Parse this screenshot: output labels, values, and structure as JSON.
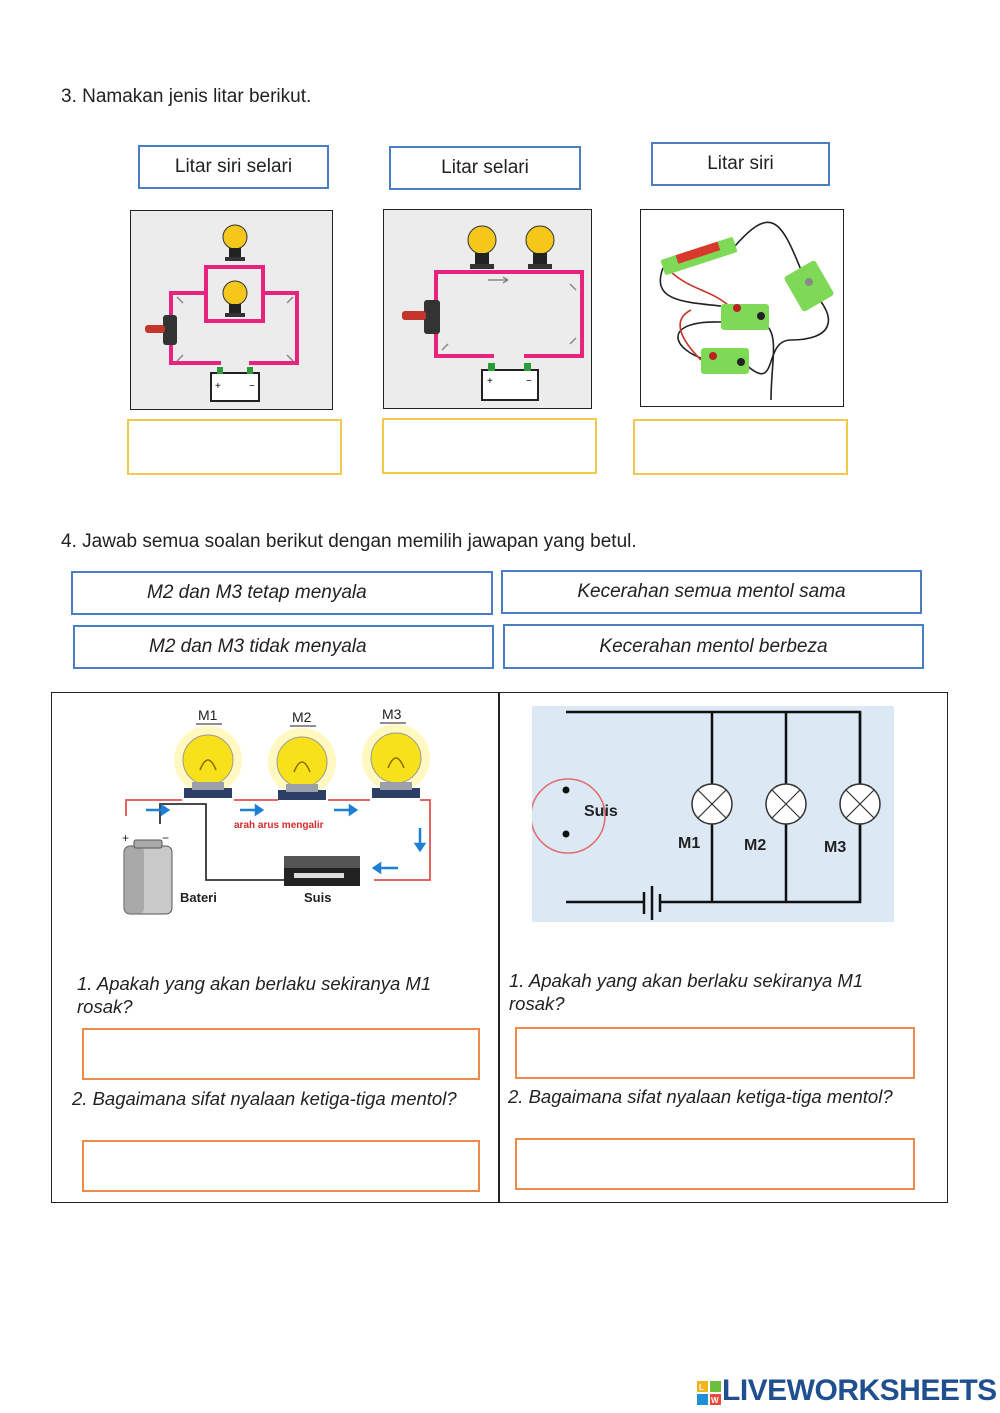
{
  "q3": {
    "title": "3. Namakan jenis litar berikut.",
    "options": [
      "Litar siri selari",
      "Litar selari",
      "Litar siri"
    ]
  },
  "q4": {
    "title": "4. Jawab  semua soalan berikut dengan memilih jawapan yang betul.",
    "options": [
      "M2 dan M3  tetap menyala",
      "Kecerahan semua mentol sama",
      "M2 dan M3 tidak  menyala",
      "Kecerahan mentol berbeza"
    ],
    "left": {
      "labels": {
        "m1": "M1",
        "m2": "M2",
        "m3": "M3",
        "arus": "arah arus mengalir",
        "bateri": "Bateri",
        "suis": "Suis",
        "plus": "+",
        "minus": "−"
      },
      "q1": "1. Apakah yang akan berlaku sekiranya M1 rosak?",
      "q2": "2. Bagaimana sifat nyalaan ketiga-tiga mentol?"
    },
    "right": {
      "labels": {
        "suis": "Suis",
        "m1": "M1",
        "m2": "M2",
        "m3": "M3"
      },
      "q1": "1. Apakah yang akan berlaku sekiranya M1 rosak?",
      "q2": "2. Bagaimana sifat nyalaan ketiga-tiga mentol?"
    }
  },
  "footer": {
    "brand": "LIVEWORKSHEETS",
    "logo_letters": [
      "L",
      "W"
    ]
  },
  "colors": {
    "box_blue": "#4a7ec4",
    "answer_yellow": "#f2c94c",
    "answer_orange": "#f08a4b",
    "wire_pink": "#e8237f",
    "brand_blue": "#1f4f8f"
  }
}
